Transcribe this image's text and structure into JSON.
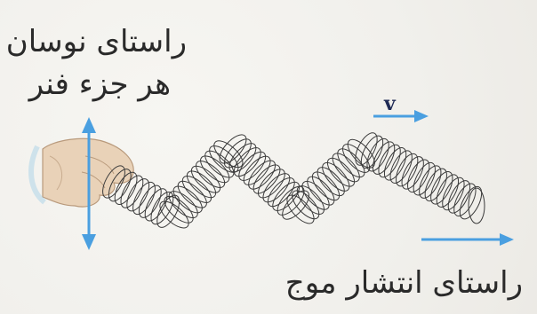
{
  "labels": {
    "oscillation_direction_line1": "راستای نوسان",
    "oscillation_direction_line2": "هر جزء فنر",
    "propagation_direction": "راستای انتشار موج",
    "velocity_symbol": "v"
  },
  "colors": {
    "arrow": "#4a9fe0",
    "coil": "#3a3a3a",
    "text": "#2a2a2a",
    "background": "#f4f3ef"
  },
  "icons": {
    "hand": "hand-icon",
    "double_arrow": "vertical-double-arrow-icon",
    "spring": "coil-spring-icon"
  }
}
